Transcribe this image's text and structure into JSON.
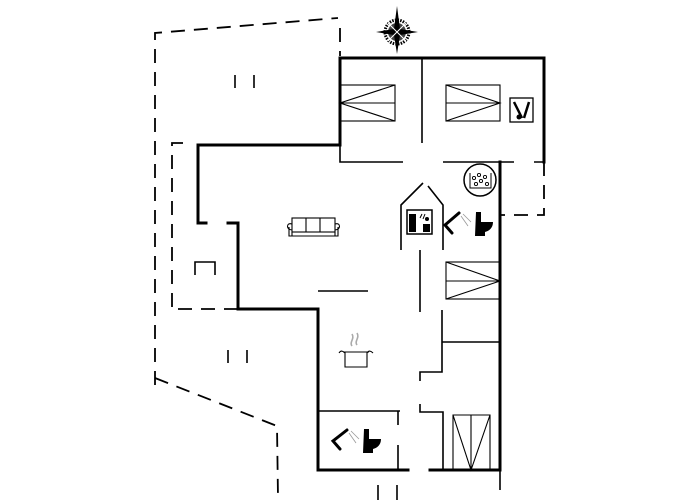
{
  "plan": {
    "line_color": "#000000",
    "background": "#ffffff",
    "rooms": [
      {
        "type": "bedroom",
        "icon": "double-bed-icon"
      },
      {
        "type": "bedroom",
        "icon": "double-bed-icon"
      },
      {
        "type": "utility",
        "icon": "vacuum-cleaner-icon"
      },
      {
        "type": "spa",
        "icon": "whirlpool-icon"
      },
      {
        "type": "sauna",
        "icon": "sauna-icon"
      },
      {
        "type": "bathroom",
        "icon": "shower-toilet-icon"
      },
      {
        "type": "living-room",
        "icon": "sofa-icon"
      },
      {
        "type": "bedroom",
        "icon": "double-bed-icon"
      },
      {
        "type": "kitchen",
        "icon": "cooking-pot-icon"
      },
      {
        "type": "bathroom",
        "icon": "shower-toilet-icon"
      },
      {
        "type": "closet",
        "icon": "wardrobe-icon"
      }
    ],
    "compass_icon": "compass-rose-icon"
  }
}
